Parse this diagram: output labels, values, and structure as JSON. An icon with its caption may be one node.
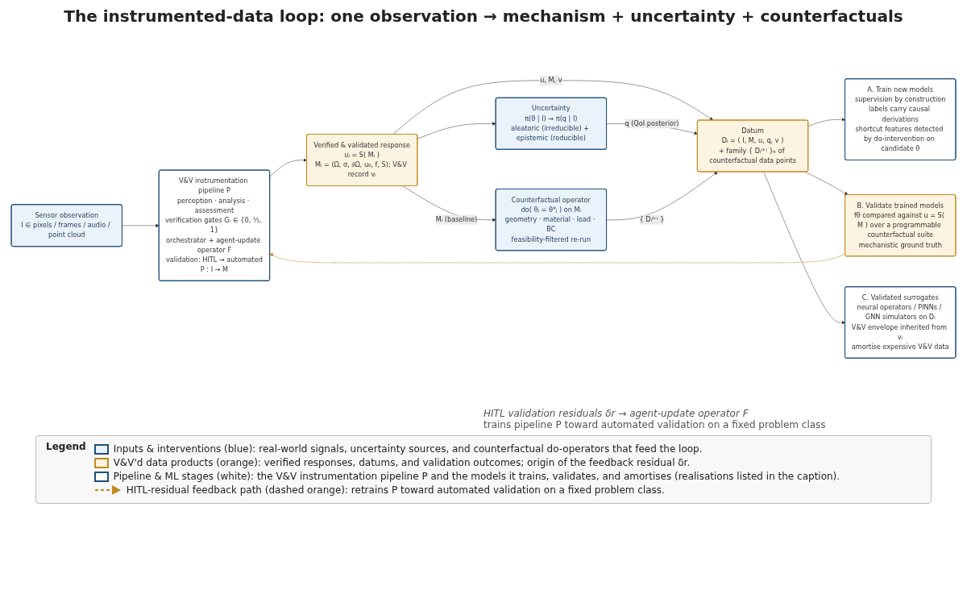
{
  "diagram": {
    "title": "The instrumented-data loop: one observation → mechanism + uncertainty + counterfactuals",
    "nodes": [
      {
        "text": [
          "Sensor observation",
          "I ∈ pixels / frames / audio / point cloud"
        ]
      },
      {
        "text": [
          "V&V instrumentation pipeline P",
          "perception · analysis · assessment",
          "verification gates Gᵢ ∈ {0, ½, 1}",
          "orchestrator + agent-update operator F",
          "validation: HITL → automated",
          "P : I → M"
        ]
      },
      {
        "text": [
          "Verified & validated response",
          "uᵢ = S( Mᵢ )",
          "Mᵢ = (Ω, σ, ∂Ω, u₀, f, S); V&V record vᵢ"
        ]
      },
      {
        "text": [
          "Uncertainty",
          "π(θ | I) → π(q | I)",
          "aleatoric (irreducible) + epistemic (reducible)"
        ]
      },
      {
        "text": [
          "Counterfactual operator",
          "do( θⱼ = θ*ⱼ ) on Mᵢ",
          "geometry · material · load · BC",
          "feasibility-filtered re-run"
        ]
      },
      {
        "text": [
          "Datum",
          "Dᵢ = ( I, M, u, q, v )",
          "+ family { Dᵢ⁽ᵏ⁾ }ₖ of counterfactual data points"
        ]
      },
      {
        "text": [
          "A. Train new models",
          "supervision by construction",
          "labels carry causal derivations",
          "shortcut features detected by do-intervention on candidate θ"
        ]
      },
      {
        "text": [
          "B. Validate trained models",
          "fθ compared against u = S( M ) over a programmable counterfactual suite",
          "mechanistic ground truth"
        ]
      },
      {
        "text": [
          "C. Validated surrogates",
          "neural operators / PINNs / GNN simulators on Dᵢ",
          "V&V envelope inherited from vᵢ",
          "amortise expensive V&V data"
        ]
      }
    ],
    "edges": [
      {
        "from": 0,
        "to": 1,
        "arrow": "to"
      },
      {
        "from": 1,
        "to": 2,
        "arrow": "to"
      },
      {
        "from": 2,
        "to": 3,
        "arrow": "to"
      },
      {
        "from": 2,
        "to": 4,
        "arrow": "to",
        "label": "Mᵢ (baseline)"
      },
      {
        "from": 2,
        "to": 5,
        "arrow": "to",
        "label": "u, M, v"
      },
      {
        "from": 3,
        "to": 5,
        "arrow": "to",
        "label": "q (QoI posterior)"
      },
      {
        "from": 4,
        "to": 5,
        "arrow": "to",
        "label": "{ Dᵢ⁽ᵏ⁾ }"
      },
      {
        "from": 5,
        "to": 6,
        "arrow": "to"
      },
      {
        "from": 5,
        "to": 7,
        "arrow": "to"
      },
      {
        "from": 5,
        "to": 8,
        "arrow": "to"
      },
      {
        "from": 7,
        "to": 1,
        "arrow": "to",
        "style": "dashed",
        "color": "#c08a1e"
      }
    ],
    "labels": [
      "HITL validation residuals δr → agent-update operator F",
      "trains pipeline P toward automated validation on a fixed problem class",
      "Legend"
    ],
    "legend": [
      {
        "text": "Inputs & interventions (blue): real-world signals, uncertainty sources, and counterfactual do-operators that feed the loop.",
        "color": "#eaf2fb"
      },
      {
        "text": "V&V'd data products (orange): verified responses, datums, and validation outcomes; origin of the feedback residual δr.",
        "color": "#fdf3e1"
      },
      {
        "text": "Pipeline & ML stages (white): the V&V instrumentation pipeline P and the models it trains, validates, and amortises (realisations listed in the caption).",
        "color": "#ffffff"
      },
      {
        "text": "HITL-residual feedback path (dashed orange): retrains P toward automated validation on a fixed problem class."
      }
    ]
  }
}
